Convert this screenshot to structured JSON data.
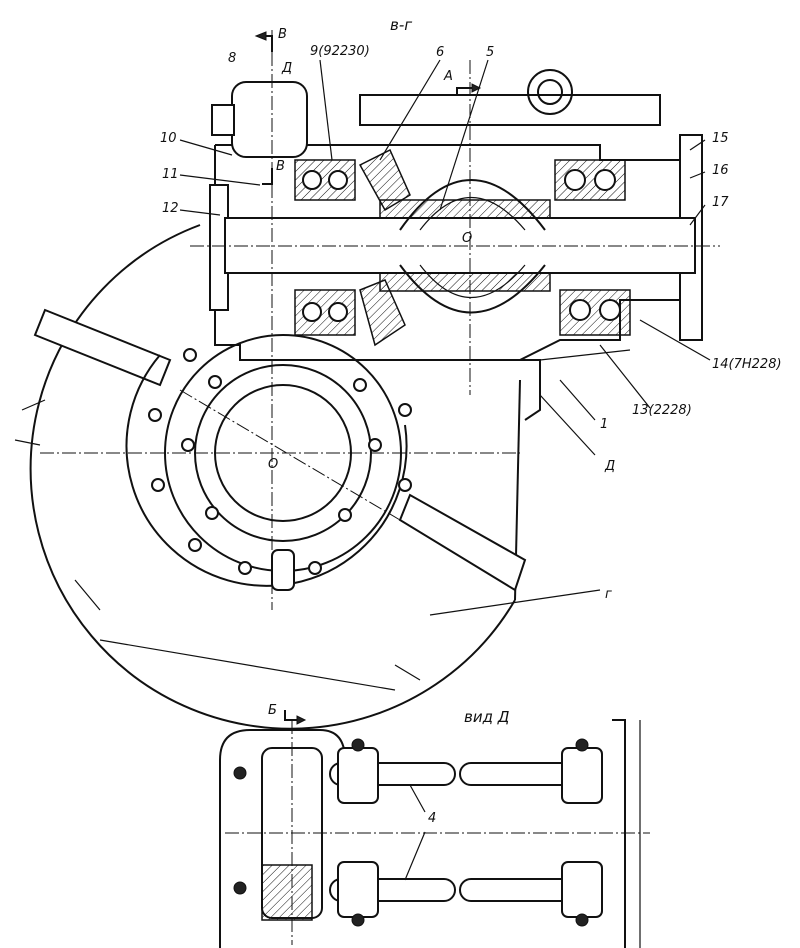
{
  "labels": {
    "section_title": "в-г",
    "view_title": "вид Д",
    "b_upper": "В",
    "b_lower": "В",
    "d_upper": "Д",
    "d_lower": "Д",
    "a_arrow": "А",
    "b_arrow": "Б",
    "center_upper": "О",
    "center_lower": "О",
    "g_label": "г",
    "p1": "1",
    "p4": "4",
    "p5": "5",
    "p6": "6",
    "p8": "8",
    "p9": "9(92230)",
    "p10": "10",
    "p11": "11",
    "p12": "12",
    "p13": "13(2228)",
    "p14": "14(7Н228)",
    "p15": "15",
    "p16": "16",
    "p17": "17"
  }
}
